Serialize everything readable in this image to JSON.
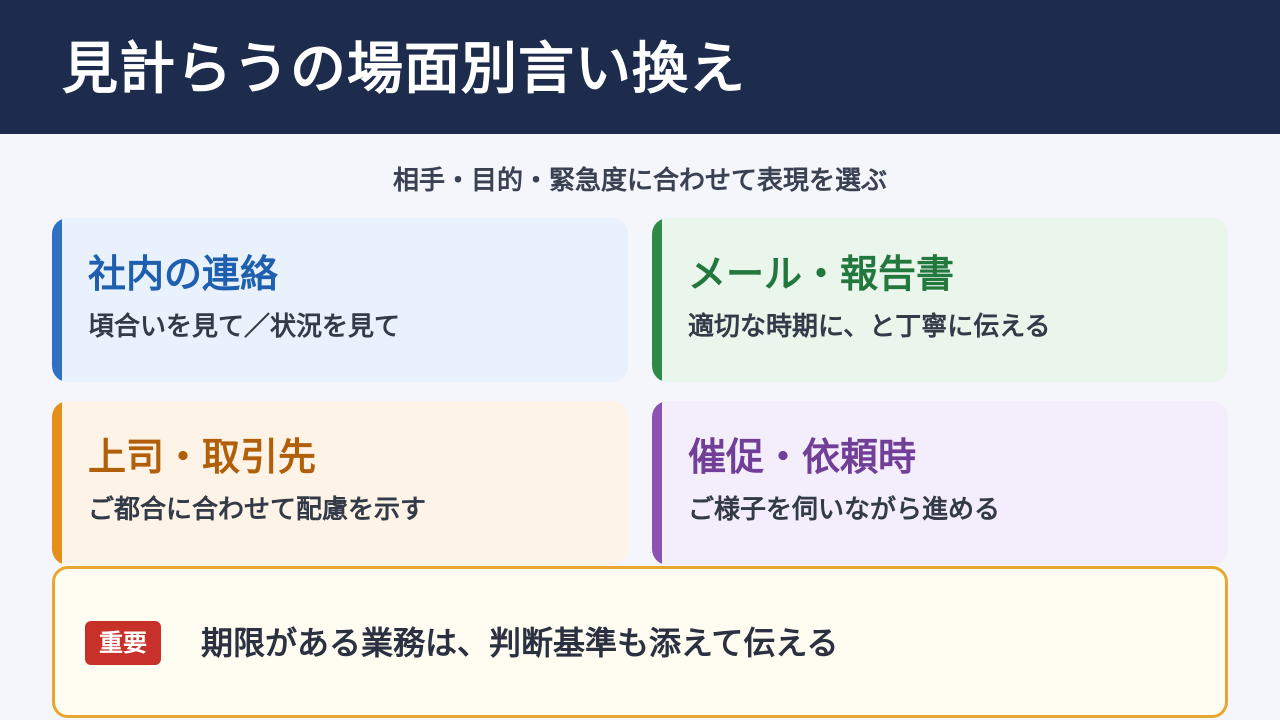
{
  "header": {
    "title": "見計らうの場面別言い換え"
  },
  "subtitle": "相手・目的・緊急度に合わせて表現を選ぶ",
  "cards": [
    {
      "title": "社内の連絡",
      "desc": "頃合いを見て／状況を見て",
      "accent": "#2f6fc4"
    },
    {
      "title": "メール・報告書",
      "desc": "適切な時期に、と丁寧に伝える",
      "accent": "#2f8b4a"
    },
    {
      "title": "上司・取引先",
      "desc": "ご都合に合わせて配慮を示す",
      "accent": "#e58e1a"
    },
    {
      "title": "催促・依頼時",
      "desc": "ご様子を伺いながら進める",
      "accent": "#8a52b3"
    }
  ],
  "important": {
    "badge": "重要",
    "text": "期限がある業務は、判断基準も添えて伝える",
    "badge_color": "#c8302a",
    "border_color": "#e8a72e"
  },
  "colors": {
    "header_bg": "#1d2b4d",
    "page_bg": "#f4f6fb"
  }
}
